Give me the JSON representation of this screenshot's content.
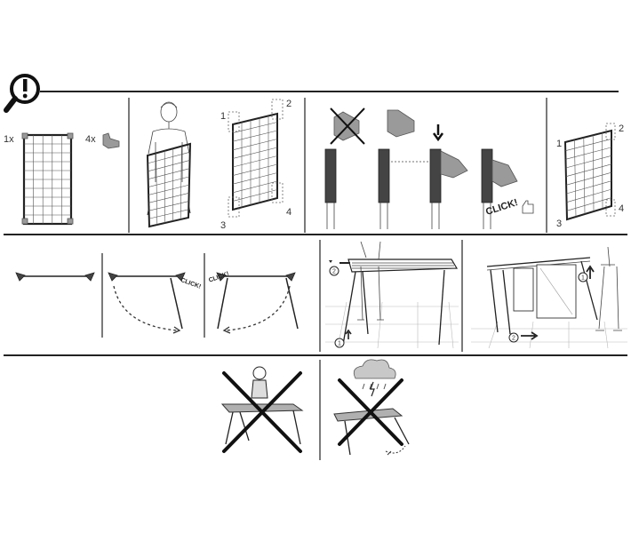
{
  "header": {
    "icon": "exclamation-magnifier-icon"
  },
  "panel_parts": {
    "frame_count": "1x",
    "clip_count": "4x"
  },
  "panel_corners_left": {
    "labels": [
      "1",
      "2",
      "3",
      "4"
    ]
  },
  "panel_clip_fitting": {
    "click_text": "CLICK!"
  },
  "panel_corners_right": {
    "labels": [
      "1",
      "2",
      "3",
      "4"
    ]
  },
  "panel_legs": {
    "click_left": "CLICK!",
    "click_right": "CLICK!"
  },
  "panel_fold": {
    "steps": [
      "1",
      "2"
    ]
  },
  "panel_move": {
    "steps": [
      "1",
      "2"
    ]
  },
  "warnings": {
    "no_climbing_icon": "child-on-rack-prohibited-icon",
    "no_storm_icon": "storm-prohibited-icon"
  }
}
